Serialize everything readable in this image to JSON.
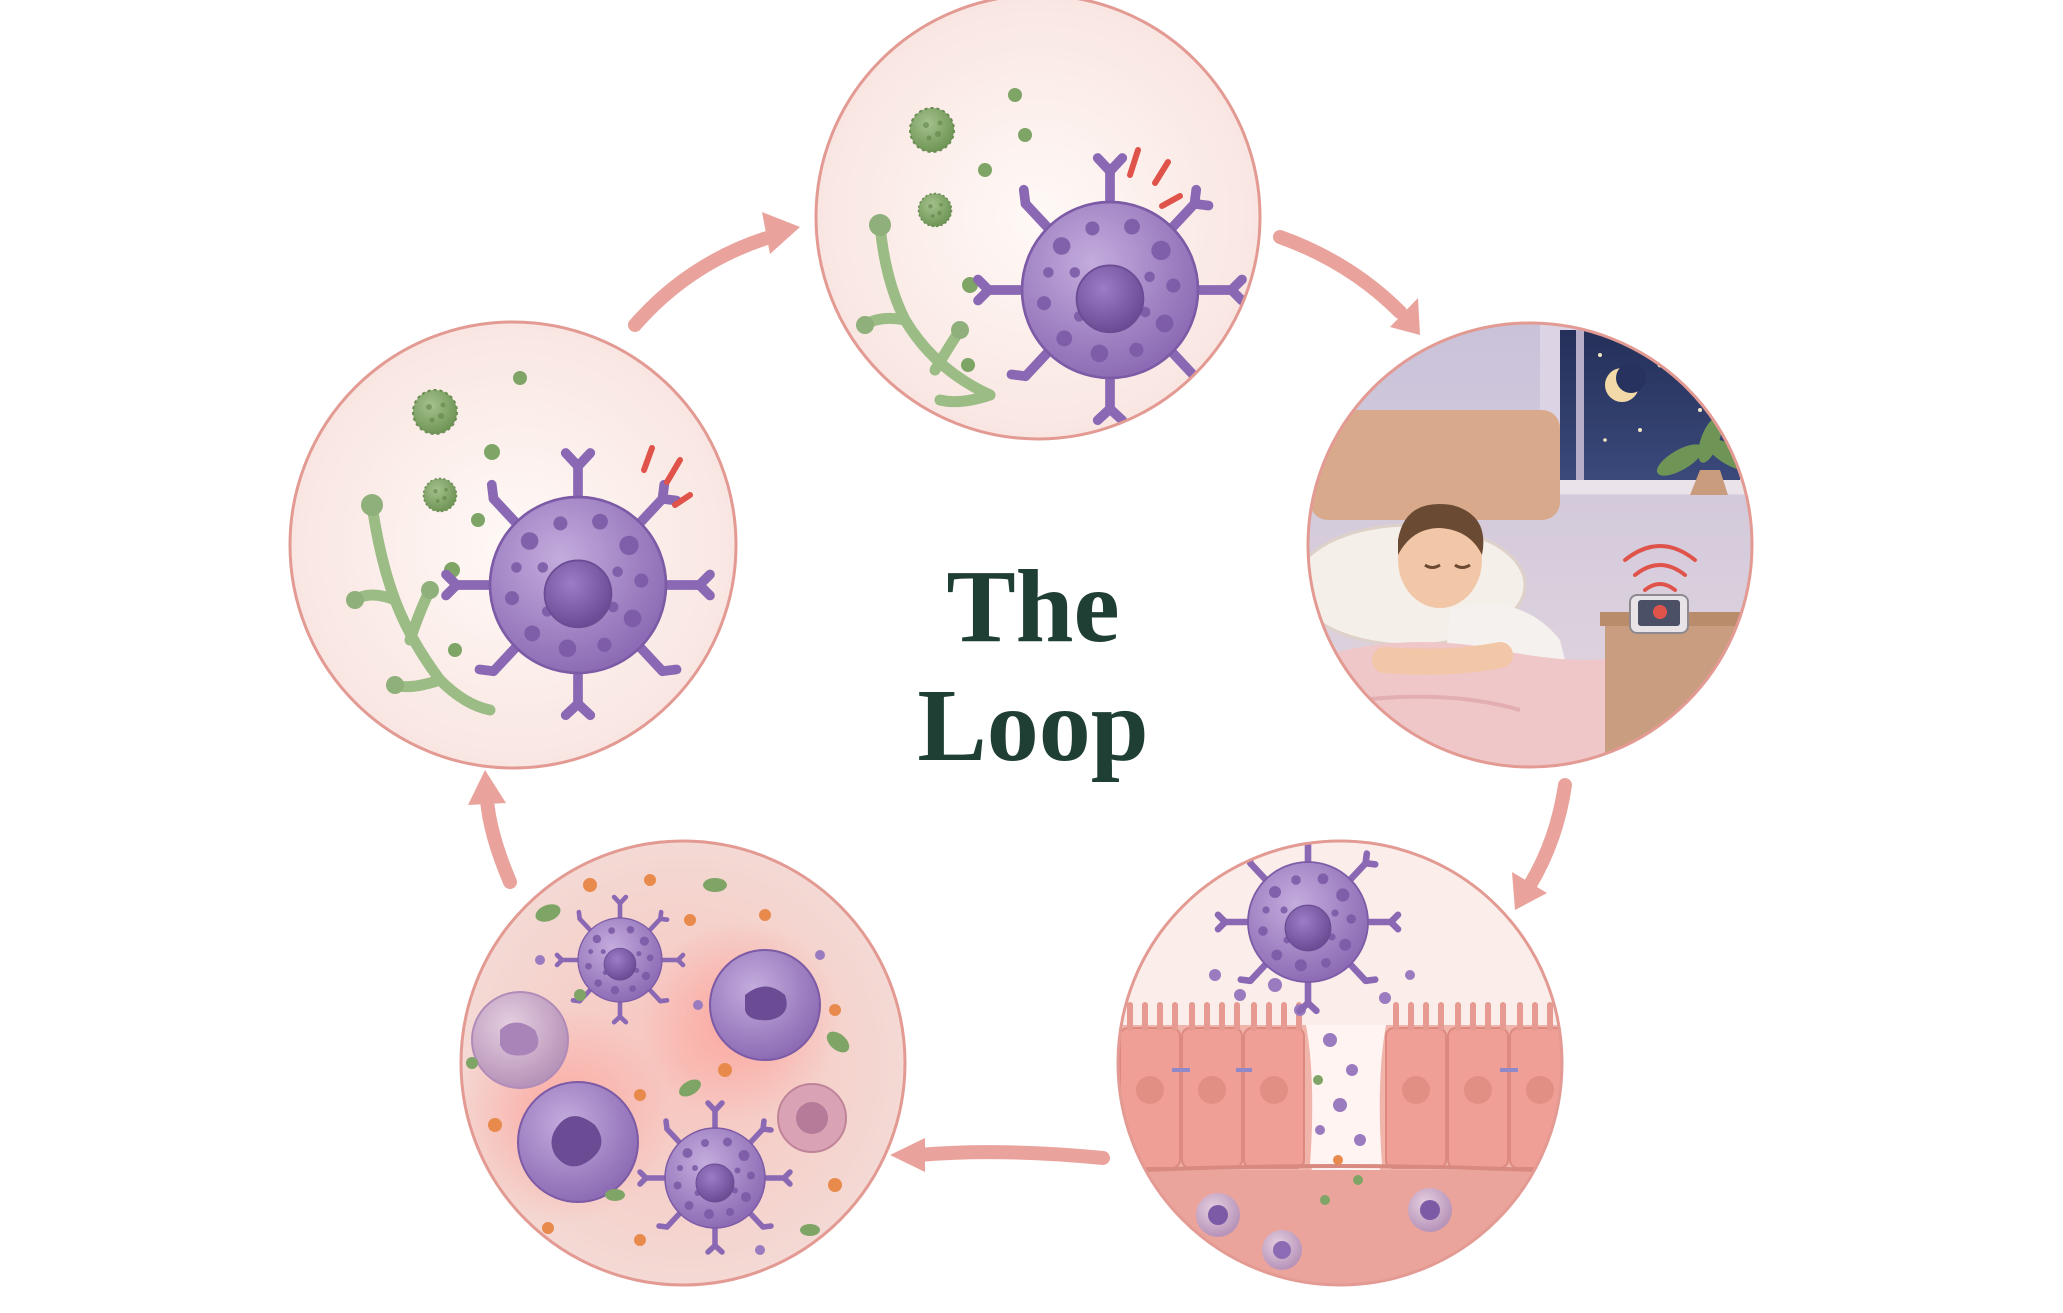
{
  "title": {
    "line1": "The",
    "line2": "Loop"
  },
  "colors": {
    "title": "#1f3f35",
    "ring": "#e39a93",
    "arrow": "#e9a39c",
    "immune_cell": "#9b7bc0",
    "immune_cell_dark": "#7c5aa6",
    "mold": "#8fb07a",
    "tissue": "#f1b8b1",
    "night_sky": "#1e2a4f",
    "alert": "#e0534a"
  },
  "panels": [
    {
      "id": "spore-exposure",
      "icon": "mold-spores-and-immune-cell-icon"
    },
    {
      "id": "immune-activation",
      "icon": "activated-immune-cell-icon"
    },
    {
      "id": "nighttime-sleep",
      "icon": "sleeping-person-icon"
    },
    {
      "id": "barrier-breach",
      "icon": "leaky-epithelium-icon"
    },
    {
      "id": "inflammation",
      "icon": "inflammatory-cells-icon"
    }
  ]
}
